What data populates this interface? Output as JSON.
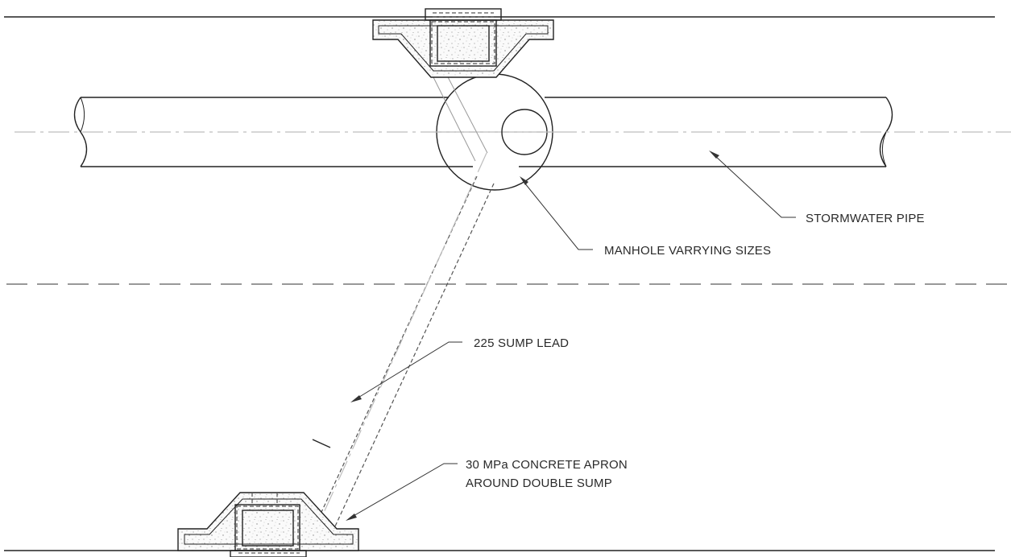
{
  "labels": {
    "stormwater_pipe": "STORMWATER PIPE",
    "manhole": "MANHOLE VARRYING SIZES",
    "sump_lead": "225 SUMP LEAD",
    "apron_line1": "30 MPa CONCRETE APRON",
    "apron_line2": "AROUND DOUBLE SUMP"
  }
}
